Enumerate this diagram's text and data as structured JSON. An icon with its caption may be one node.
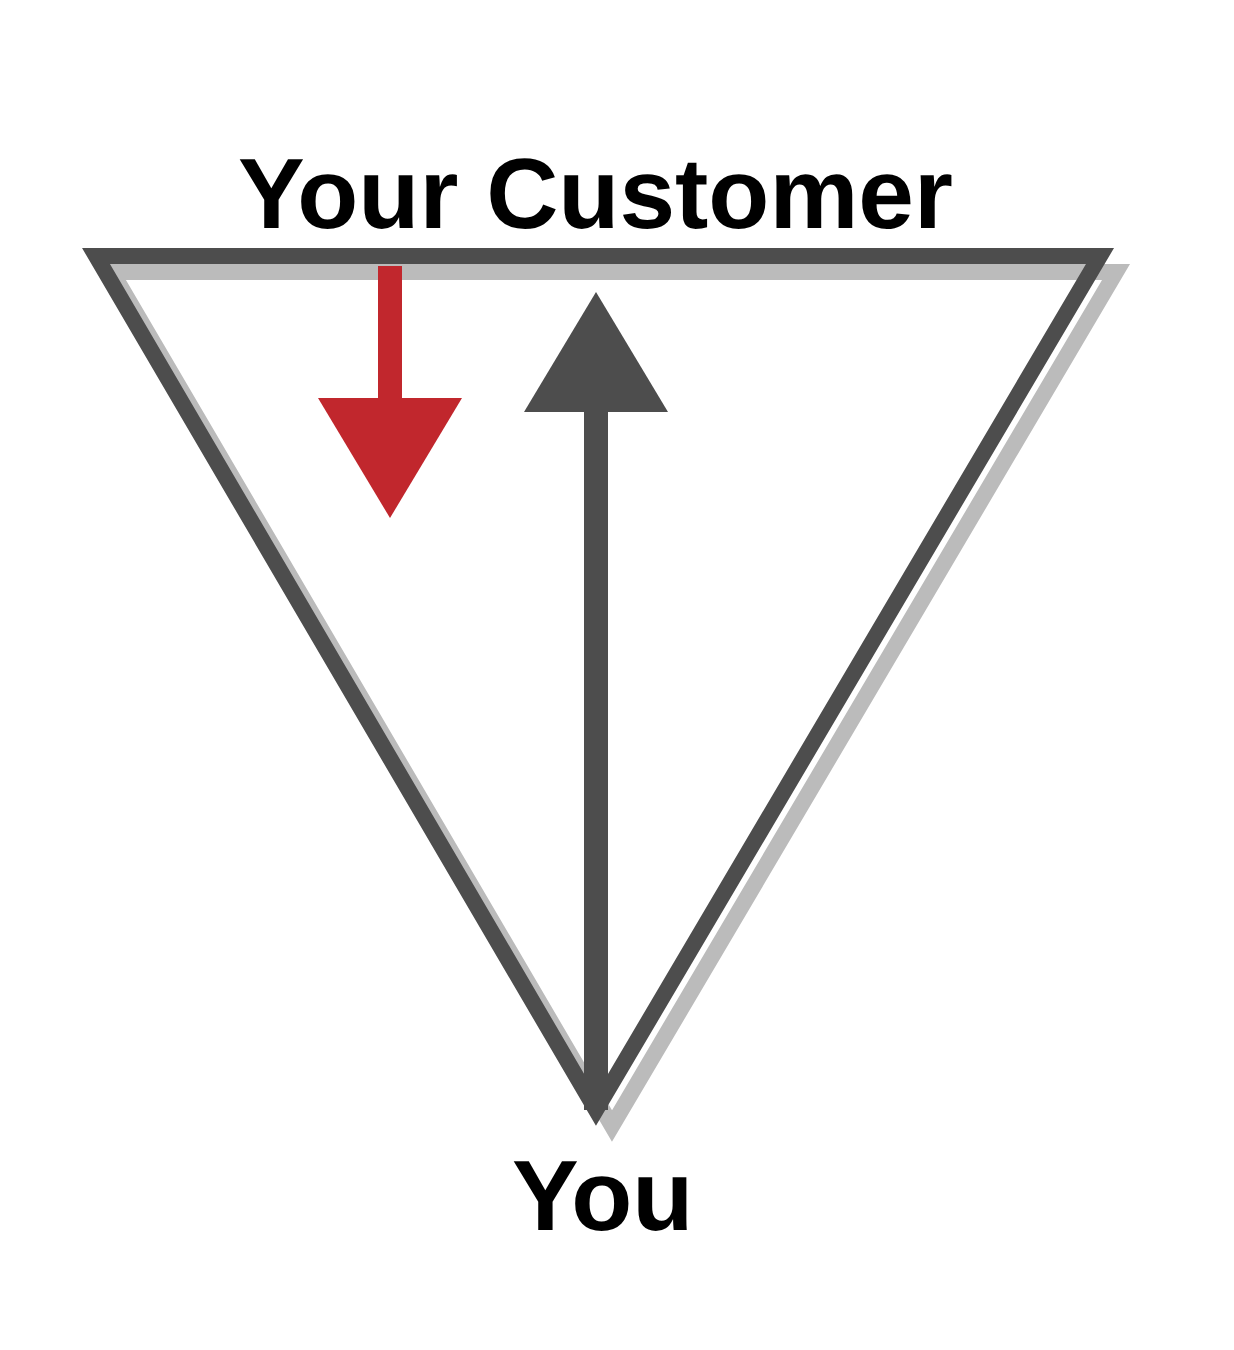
{
  "diagram": {
    "nodes": [
      {
        "text": [
          "Your Customer"
        ]
      },
      {
        "text": [
          "You"
        ]
      }
    ],
    "edges": [
      {
        "from": 1,
        "to": 0,
        "arrow": "to"
      },
      {
        "from": 0,
        "to": null,
        "arrow": "to",
        "color": "#c1272d"
      }
    ]
  }
}
